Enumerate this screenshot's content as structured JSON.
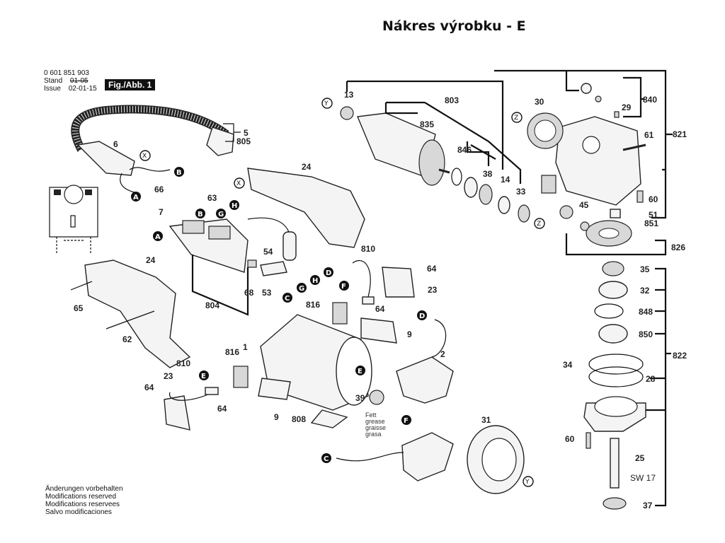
{
  "title": "Nákres výrobku - E",
  "header": {
    "part_number": "0 601 851 903",
    "stand_label": "Stand",
    "stand_value": "01-05",
    "issue_label": "Issue",
    "issue_value": "02-01-15",
    "figure": "Fig./Abb. 1"
  },
  "footer": {
    "lines": [
      "Änderungen vorbehalten",
      "Modifications reserved",
      "Modifications reservees",
      "Salvo modificaciones"
    ]
  },
  "grease_note": [
    "Fett",
    "grease",
    "graisse",
    "grasa"
  ],
  "part_labels": [
    {
      "id": "p13",
      "text": "13"
    },
    {
      "id": "p803",
      "text": "803"
    },
    {
      "id": "p835",
      "text": "835"
    },
    {
      "id": "p846",
      "text": "846"
    },
    {
      "id": "p38",
      "text": "38"
    },
    {
      "id": "p14",
      "text": "14"
    },
    {
      "id": "p33",
      "text": "33"
    },
    {
      "id": "p30",
      "text": "30"
    },
    {
      "id": "p840",
      "text": "840"
    },
    {
      "id": "p29",
      "text": "29"
    },
    {
      "id": "p821",
      "text": "821"
    },
    {
      "id": "p61",
      "text": "61"
    },
    {
      "id": "p60a",
      "text": "60"
    },
    {
      "id": "p51",
      "text": "51"
    },
    {
      "id": "p851",
      "text": "851"
    },
    {
      "id": "p45",
      "text": "45"
    },
    {
      "id": "p826",
      "text": "826"
    },
    {
      "id": "p35",
      "text": "35"
    },
    {
      "id": "p32",
      "text": "32"
    },
    {
      "id": "p848",
      "text": "848"
    },
    {
      "id": "p850",
      "text": "850"
    },
    {
      "id": "p822",
      "text": "822"
    },
    {
      "id": "p34",
      "text": "34"
    },
    {
      "id": "p28",
      "text": "28"
    },
    {
      "id": "p60b",
      "text": "60"
    },
    {
      "id": "p25",
      "text": "25"
    },
    {
      "id": "psw",
      "text": "SW 17"
    },
    {
      "id": "p37",
      "text": "37"
    },
    {
      "id": "p5",
      "text": "5"
    },
    {
      "id": "p805",
      "text": "805"
    },
    {
      "id": "p6",
      "text": "6"
    },
    {
      "id": "p24a",
      "text": "24"
    },
    {
      "id": "p66",
      "text": "66"
    },
    {
      "id": "p63",
      "text": "63"
    },
    {
      "id": "p7",
      "text": "7"
    },
    {
      "id": "p54",
      "text": "54"
    },
    {
      "id": "p810a",
      "text": "810"
    },
    {
      "id": "p64a",
      "text": "64"
    },
    {
      "id": "p23a",
      "text": "23"
    },
    {
      "id": "p68",
      "text": "68"
    },
    {
      "id": "p53",
      "text": "53"
    },
    {
      "id": "p804",
      "text": "804"
    },
    {
      "id": "p24b",
      "text": "24"
    },
    {
      "id": "p65",
      "text": "65"
    },
    {
      "id": "p62",
      "text": "62"
    },
    {
      "id": "p816a",
      "text": "816"
    },
    {
      "id": "p64b",
      "text": "64"
    },
    {
      "id": "p9a",
      "text": "9"
    },
    {
      "id": "p1",
      "text": "1"
    },
    {
      "id": "p2",
      "text": "2"
    },
    {
      "id": "p816b",
      "text": "816"
    },
    {
      "id": "p810b",
      "text": "810"
    },
    {
      "id": "p23b",
      "text": "23"
    },
    {
      "id": "p64c",
      "text": "64"
    },
    {
      "id": "p64d",
      "text": "64"
    },
    {
      "id": "p9b",
      "text": "9"
    },
    {
      "id": "p808",
      "text": "808"
    },
    {
      "id": "p39",
      "text": "39"
    },
    {
      "id": "p31",
      "text": "31"
    }
  ],
  "connectors": {
    "filled": [
      "A",
      "B",
      "C",
      "D",
      "E",
      "F",
      "G",
      "H"
    ],
    "outlined": [
      "X",
      "Y",
      "Z"
    ]
  }
}
